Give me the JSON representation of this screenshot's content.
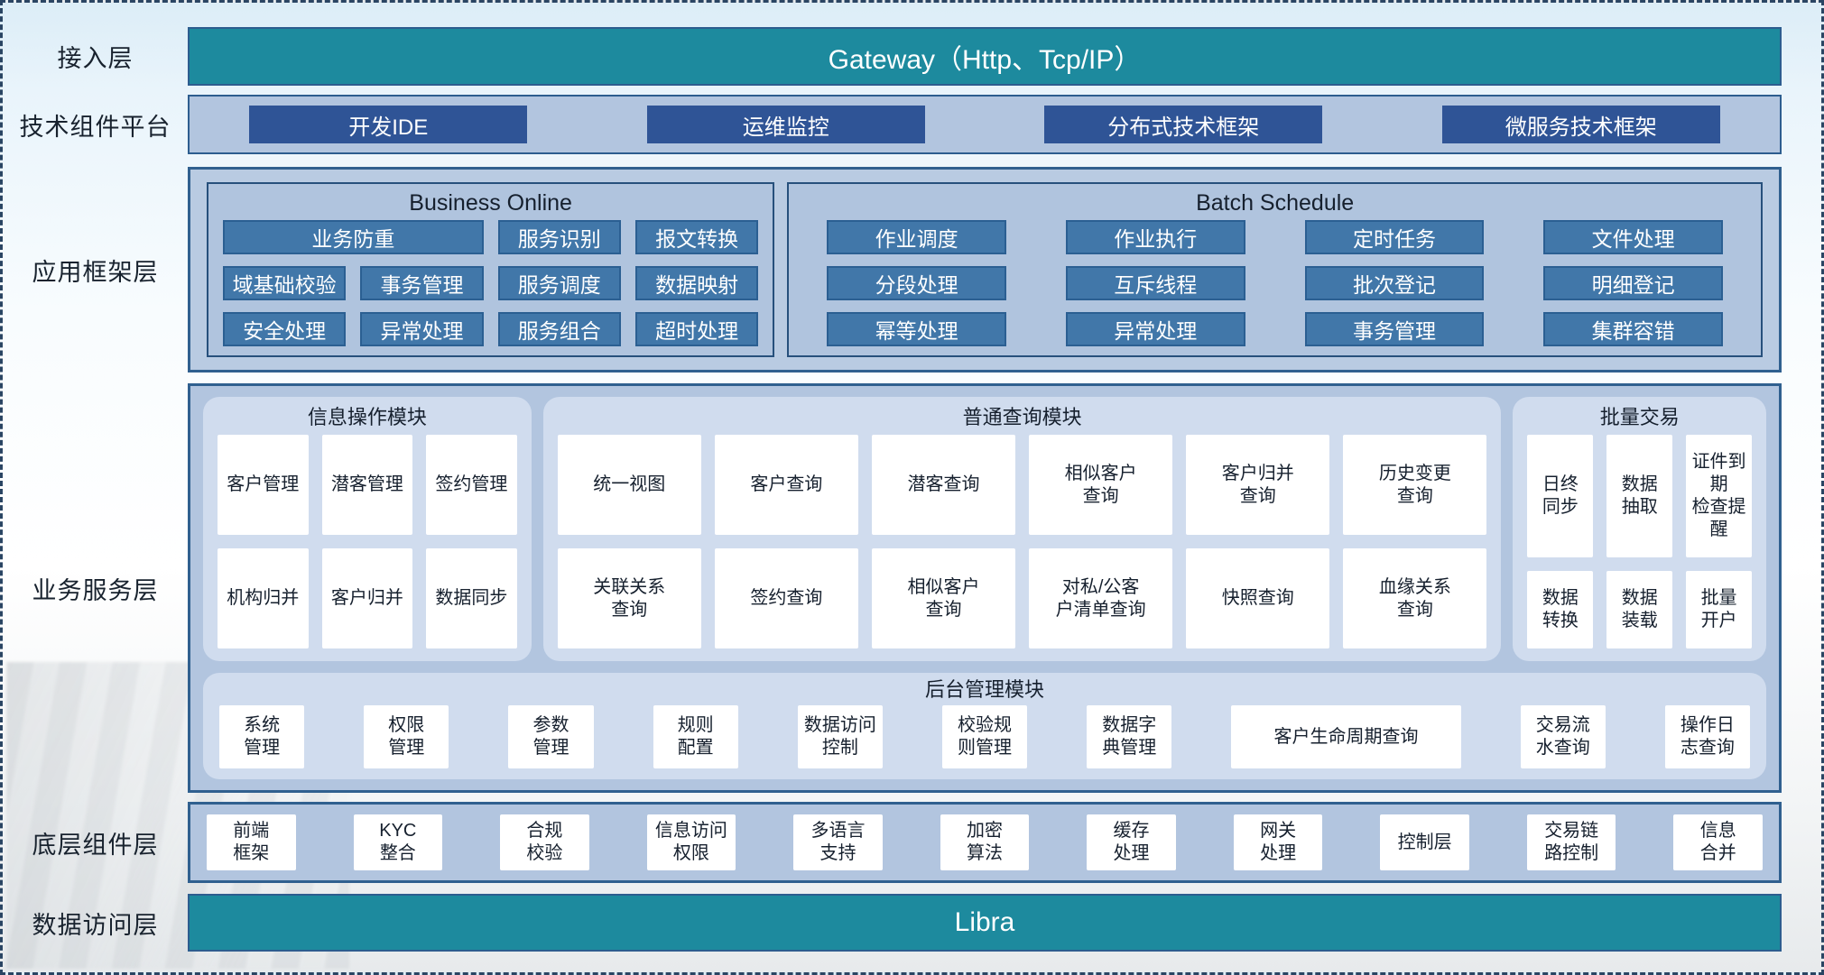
{
  "colors": {
    "teal": "#1d8a9e",
    "dark_blue_button": "#2f5496",
    "steel_blue_button": "#4177a9",
    "panel_bg": "#b2c5df",
    "card_bg": "#d0dcee",
    "panel_border": "#30608f",
    "dashed_border": "#2a4563"
  },
  "labels": {
    "access": "接入层",
    "tech": "技术组件平台",
    "framework": "应用框架层",
    "service": "业务服务层",
    "component": "底层组件层",
    "data": "数据访问层"
  },
  "access": {
    "gateway": "Gateway（Http、Tcp/IP）"
  },
  "tech": {
    "items": [
      "开发IDE",
      "运维监控",
      "分布式技术框架",
      "微服务技术框架"
    ]
  },
  "framework": {
    "business_online": {
      "title": "Business Online",
      "items": [
        "业务防重",
        "服务识别",
        "报文转换",
        "域基础校验",
        "事务管理",
        "服务调度",
        "数据映射",
        "安全处理",
        "异常处理",
        "服务组合",
        "超时处理"
      ]
    },
    "batch_schedule": {
      "title": "Batch Schedule",
      "items": [
        "作业调度",
        "作业执行",
        "定时任务",
        "文件处理",
        "分段处理",
        "互斥线程",
        "批次登记",
        "明细登记",
        "幂等处理",
        "异常处理",
        "事务管理",
        "集群容错"
      ]
    }
  },
  "service": {
    "info_module": {
      "title": "信息操作模块",
      "items": [
        "客户管理",
        "潜客管理",
        "签约管理",
        "机构归并",
        "客户归并",
        "数据同步"
      ]
    },
    "query_module": {
      "title": "普通查询模块",
      "items": [
        "统一视图",
        "客户查询",
        "潜客查询",
        "相似客户\n查询",
        "客户归并\n查询",
        "历史变更\n查询",
        "关联关系\n查询",
        "签约查询",
        "相似客户\n查询",
        "对私/公客\n户清单查询",
        "快照查询",
        "血缘关系\n查询"
      ]
    },
    "batch_trade": {
      "title": "批量交易",
      "items": [
        "日终\n同步",
        "数据\n抽取",
        "证件到期\n检查提醒",
        "数据\n转换",
        "数据\n装载",
        "批量\n开户"
      ]
    },
    "admin_module": {
      "title": "后台管理模块",
      "items": [
        "系统\n管理",
        "权限\n管理",
        "参数\n管理",
        "规则\n配置",
        "数据访问\n控制",
        "校验规\n则管理",
        "数据字\n典管理",
        "客户生命周期查询",
        "交易流\n水查询",
        "操作日\n志查询"
      ]
    }
  },
  "component": {
    "items": [
      "前端\n框架",
      "KYC\n整合",
      "合规\n校验",
      "信息访问\n权限",
      "多语言\n支持",
      "加密\n算法",
      "缓存\n处理",
      "网关\n处理",
      "控制层",
      "交易链\n路控制",
      "信息\n合并"
    ]
  },
  "data_access": {
    "bar": "Libra"
  }
}
